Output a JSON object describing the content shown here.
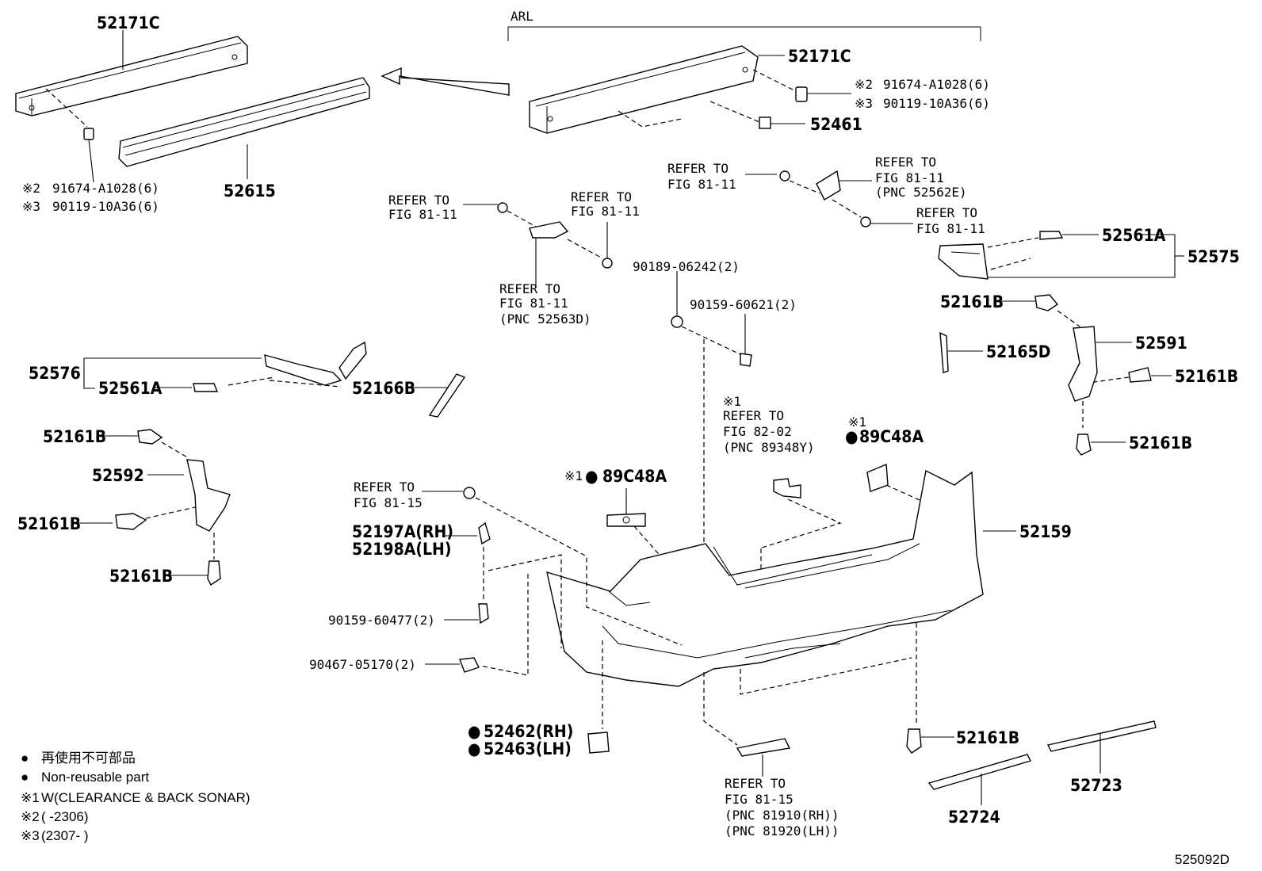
{
  "arl": "ARL",
  "parts": {
    "p52171c_left": "52171C",
    "p52171c_right": "52171C",
    "p52615": "52615",
    "p52461": "52461",
    "p52575": "52575",
    "p52561a_right": "52561A",
    "p52161b_r1": "52161B",
    "p52591": "52591",
    "p52161b_r2": "52161B",
    "p52161b_r3": "52161B",
    "p52165d": "52165D",
    "p52576": "52576",
    "p52561a_left": "52561A",
    "p52166b": "52166B",
    "p52161b_l1": "52161B",
    "p52592": "52592",
    "p52161b_l2": "52161B",
    "p52161b_l3": "52161B",
    "p52159": "52159",
    "p52197a": "52197A(RH)",
    "p52198a": "52198A(LH)",
    "p89c48a_mid": "89C48A",
    "p89c48a_right": "89C48A",
    "p52462": "52462(RH)",
    "p52463": "52463(LH)",
    "p52161b_bot": "52161B",
    "p52723": "52723",
    "p52724": "52724"
  },
  "codes": {
    "left_a": "91674-A1028(6)",
    "left_b": "90119-10A36(6)",
    "right_a": "91674-A1028(6)",
    "right_b": "90119-10A36(6)",
    "c90189": "90189-06242(2)",
    "c90159_621": "90159-60621(2)",
    "c90159_477": "90159-60477(2)",
    "c90467": "90467-05170(2)"
  },
  "refs": {
    "r1": [
      "REFER TO",
      "FIG 81-11"
    ],
    "r2": [
      "REFER TO",
      "FIG 81-11"
    ],
    "r3": [
      "REFER TO",
      "FIG 81-11",
      "(PNC 52563D)"
    ],
    "r4": [
      "REFER TO",
      "FIG 81-11"
    ],
    "r5": [
      "REFER TO",
      "FIG 81-11",
      "(PNC 52562E)"
    ],
    "r6": [
      "REFER TO",
      "FIG 81-11"
    ],
    "r7": [
      "REFER TO",
      "FIG 82-02",
      "(PNC 89348Y)"
    ],
    "r8": [
      "REFER TO",
      "FIG 81-15"
    ],
    "r9": [
      "REFER TO",
      "FIG 81-15",
      "(PNC 81910(RH))",
      "(PNC 81920(LH))"
    ]
  },
  "marks": {
    "m2": "※2",
    "m3": "※3",
    "m1": "※1",
    "dot": "●"
  },
  "legend": {
    "jp": "再使用不可部品",
    "en": "Non-reusable part",
    "note1": "W(CLEARANCE & BACK SONAR)",
    "note2": "(      -2306)",
    "note3": "(2307-      )"
  },
  "figure_id": "525092D"
}
